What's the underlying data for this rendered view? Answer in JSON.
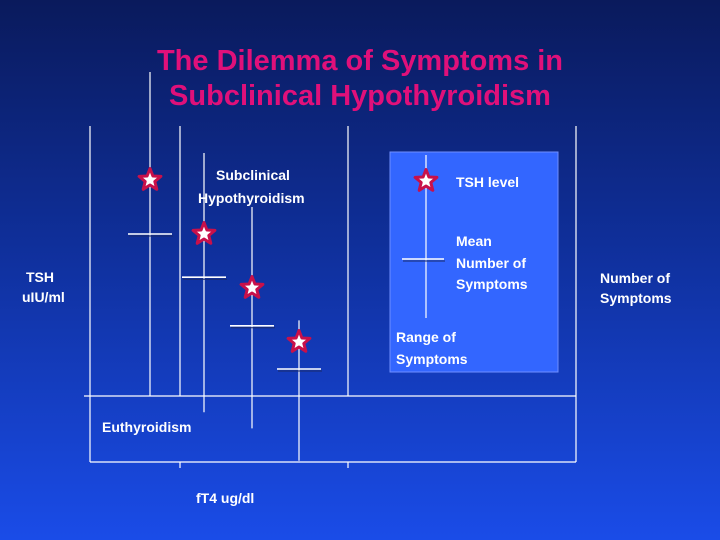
{
  "title": {
    "line1": "The Dilemma of Symptoms in",
    "line2": "Subclinical Hypothyroidism"
  },
  "colors": {
    "title": "#e0107a",
    "text": "#ffffff",
    "line": "#ffffff",
    "star_fill": "#ffffff",
    "star_stroke": "#c8104a",
    "legend_bg": "#3366ff"
  },
  "chart_data": {
    "type": "scatter",
    "description_kind": "conceptual range chart with star markers",
    "ylabel_left": [
      "TSH",
      "uIU/ml"
    ],
    "ylabel_right": [
      "Number of",
      "Symptoms"
    ],
    "xlabel": "fT4 ug/dl",
    "regions": {
      "upper_middle": [
        "Subclinical",
        "Hypothyroidism"
      ],
      "lower_left": "Euthyroidism"
    },
    "legend": {
      "tsh": "TSH level",
      "mean": [
        "Mean",
        "Number of",
        "Symptoms"
      ],
      "range": [
        "Range of",
        "Symptoms"
      ]
    },
    "series": [
      {
        "tsh_level": 4,
        "mean_symptoms": 3,
        "range": [
          0,
          6
        ]
      },
      {
        "tsh_level": 3,
        "mean_symptoms": 2.2,
        "range": [
          -0.3,
          4.5
        ]
      },
      {
        "tsh_level": 2,
        "mean_symptoms": 1.3,
        "range": [
          -0.6,
          3.5
        ]
      },
      {
        "tsh_level": 1,
        "mean_symptoms": 0.5,
        "range": [
          -1.2,
          1.4
        ]
      }
    ],
    "axis_ranges": {
      "tsh": [
        0,
        5
      ],
      "symptoms": [
        -2,
        7
      ]
    },
    "grid": false
  }
}
